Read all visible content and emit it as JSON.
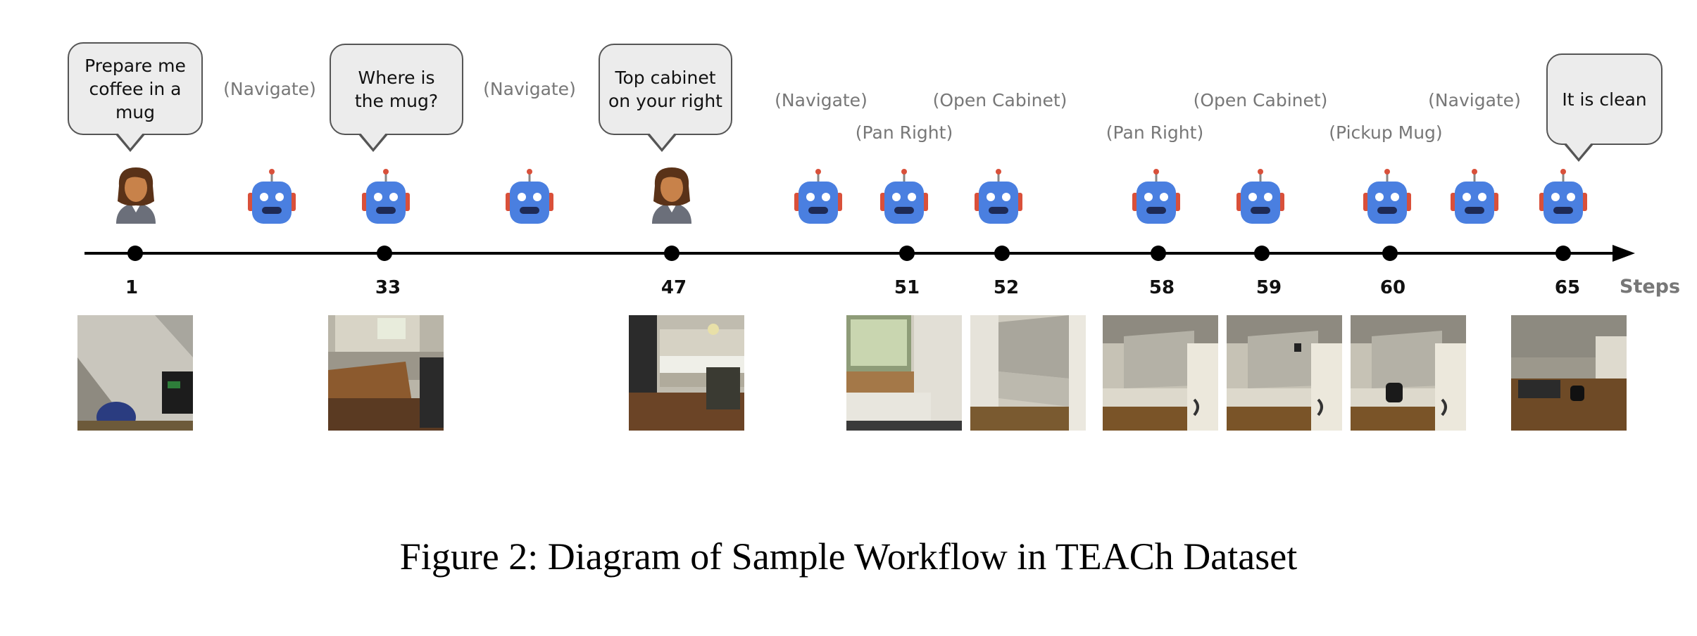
{
  "figure": {
    "caption": "Figure 2: Diagram of Sample Workflow in TEACh Dataset",
    "axis_label": "Steps"
  },
  "speech": [
    {
      "speaker": "human",
      "text": "Prepare me coffee in a mug",
      "lines": [
        "Prepare me",
        "coffee in a",
        "mug"
      ]
    },
    {
      "speaker": "robot",
      "text": "Where is the mug?",
      "lines": [
        "Where is",
        "the mug?"
      ]
    },
    {
      "speaker": "human",
      "text": "Top cabinet on your right",
      "lines": [
        "Top cabinet",
        "on your right"
      ]
    },
    {
      "speaker": "robot",
      "text": "It is clean",
      "lines": [
        "It is clean"
      ]
    }
  ],
  "actions": [
    "(Navigate)",
    "(Navigate)",
    "(Navigate)",
    "(Pan Right)",
    "(Open Cabinet)",
    "(Pan Right)",
    "(Open Cabinet)",
    "(Pickup Mug)",
    "(Navigate)"
  ],
  "steps": [
    "1",
    "33",
    "47",
    "51",
    "52",
    "58",
    "59",
    "60",
    "65"
  ],
  "icons": [
    "human-icon",
    "robot-icon",
    "robot-icon",
    "robot-icon",
    "human-icon",
    "robot-icon",
    "robot-icon",
    "robot-icon",
    "robot-icon",
    "robot-icon",
    "robot-icon",
    "robot-icon",
    "robot-icon"
  ],
  "colors": {
    "robot_body": "#4a7fe0",
    "robot_ears": "#d9503a",
    "bubble_fill": "#ececec",
    "action_text": "#777777",
    "timeline": "#000000"
  }
}
